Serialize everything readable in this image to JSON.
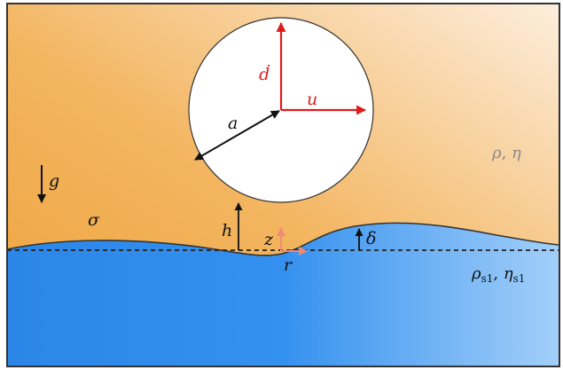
{
  "labels": {
    "d_dot": "ḋ",
    "u": "u",
    "a": "a",
    "g": "g",
    "sigma": "σ",
    "h": "h",
    "z": "z",
    "r": "r",
    "delta": "δ",
    "upper_fluid": {
      "rho": "ρ",
      "sep": ", ",
      "eta": "η"
    },
    "lower_fluid": {
      "rho": "ρ",
      "rho_sub": "s1",
      "sep": ", ",
      "eta": "η",
      "eta_sub": "s1"
    }
  },
  "colors": {
    "upper_fluid": "#f2ae4a",
    "upper_fluid_light": "#fbe4c3",
    "lower_fluid": "#2e8bea",
    "lower_fluid_light": "#a9d3fb",
    "sphere": "#ffffff",
    "velocity_arrows": "#e01b1b",
    "coordinate_arrows": "#f08a78",
    "upper_fluid_label": "#8a8a8a",
    "frame": "#333333"
  }
}
